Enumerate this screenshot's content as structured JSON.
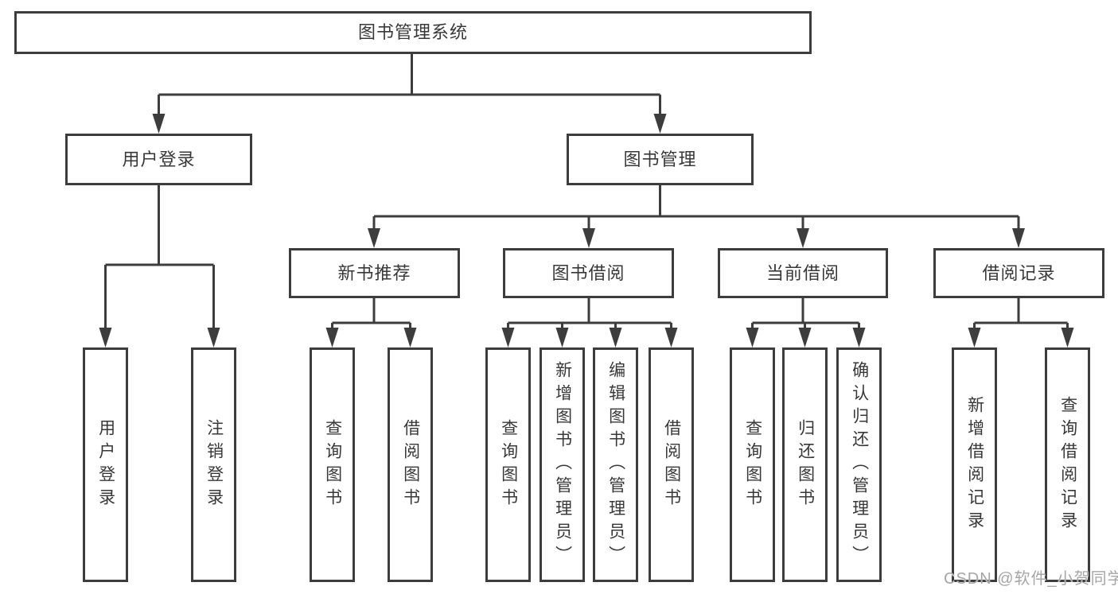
{
  "diagram": {
    "title": "图书管理系统",
    "level2": {
      "user_login": "用户登录",
      "book_management": "图书管理"
    },
    "level3": {
      "new_book_recommend": "新书推荐",
      "book_borrowing": "图书借阅",
      "current_borrowing": "当前借阅",
      "borrowing_records": "借阅记录"
    },
    "leaves": {
      "user_login": "用户登录",
      "logout": "注销登录",
      "query_book_recommend": "查询图书",
      "borrow_book_recommend": "借阅图书",
      "query_book_borrowing": "查询图书",
      "add_book_admin": "新增图书（管理员）",
      "edit_book_admin": "编辑图书（管理员）",
      "borrow_book_borrowing": "借阅图书",
      "query_book_current": "查询图书",
      "return_book": "归还图书",
      "confirm_return_admin": "确认归还（管理员）",
      "add_borrow_record": "新增借阅记录",
      "query_borrow_record": "查询借阅记录"
    }
  },
  "watermark": "CSDN @软件_小贺同学",
  "colors": {
    "line": "#3d3d3d",
    "text": "#383838",
    "watermark": "#a6a6a6",
    "background": "#ffffff"
  }
}
